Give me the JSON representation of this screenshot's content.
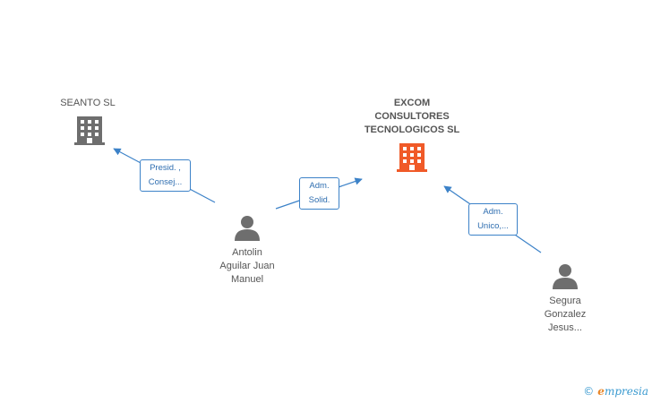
{
  "colors": {
    "edge": "#3c82c8",
    "company_icon": "#6e6e6e",
    "company_icon_focus": "#f05a28",
    "person_icon": "#6e6e6e",
    "text": "#555555",
    "label_text": "#2f6eb0"
  },
  "nodes": {
    "seanto": {
      "type": "company",
      "icon": "building-icon",
      "name": "SEANTO SL"
    },
    "excom": {
      "type": "company",
      "icon": "building-icon",
      "focus": true,
      "name_lines": [
        "EXCOM",
        "CONSULTORES",
        "TECNOLOGICOS SL"
      ]
    },
    "antolin": {
      "type": "person",
      "icon": "person-icon",
      "name_lines": [
        "Antolin",
        "Aguilar Juan",
        "Manuel"
      ]
    },
    "segura": {
      "type": "person",
      "icon": "person-icon",
      "name_lines": [
        "Segura",
        "Gonzalez",
        "Jesus..."
      ]
    }
  },
  "edges": [
    {
      "from": "antolin",
      "to": "seanto",
      "label_lines": [
        "Presid. ,",
        "Consej..."
      ]
    },
    {
      "from": "antolin",
      "to": "excom",
      "label_lines": [
        "Adm.",
        "Solid."
      ]
    },
    {
      "from": "segura",
      "to": "excom",
      "label_lines": [
        "Adm.",
        "Unico,..."
      ]
    }
  ],
  "watermark": {
    "copyright": "©",
    "brand_initial": "e",
    "brand_rest": "mpresia"
  }
}
